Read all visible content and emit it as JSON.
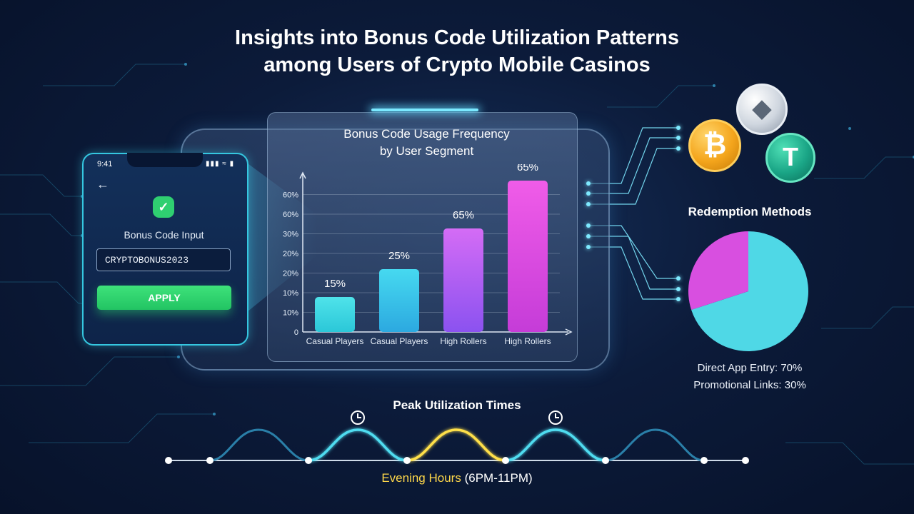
{
  "page": {
    "title_line1": "Insights into Bonus Code Utilization Patterns",
    "title_line2": "among Users of Crypto Mobile Casinos"
  },
  "phone": {
    "time": "9:41",
    "label": "Bonus Code Input",
    "input_value": "CRYPTOBONUS2023",
    "apply_label": "APPLY",
    "icons": [
      "back-arrow-icon",
      "checkmark-icon",
      "signal-icon",
      "wifi-icon",
      "battery-icon"
    ]
  },
  "bar_chart": {
    "title_line1": "Bonus Code Usage Frequency",
    "title_line2": "by User Segment"
  },
  "pie_chart": {
    "title": "Redemption Methods",
    "legend_1": "Direct App Entry: 70%",
    "legend_2": "Promotional Links: 30%"
  },
  "peak": {
    "title": "Peak Utilization Times",
    "highlight": "Evening Hours",
    "range": "(6PM-11PM)"
  },
  "coins": [
    "bitcoin-icon",
    "ethereum-icon",
    "tether-icon"
  ],
  "colors": {
    "background": "#0c1b3a",
    "accent_cyan": "#4fd8e6",
    "magenta": "#d84fe0",
    "apply_green": "#2fd36e",
    "highlight_yellow": "#ffd84a"
  },
  "chart_data": [
    {
      "type": "bar",
      "title": "Bonus Code Usage Frequency by User Segment",
      "categories": [
        "Casual Players",
        "Casual Players",
        "High Rollers",
        "High Rollers"
      ],
      "values": [
        15,
        25,
        65,
        65
      ],
      "data_labels": [
        "15%",
        "25%",
        "65%",
        "65%"
      ],
      "ytick_labels": [
        "0",
        "10%",
        "10%",
        "20%",
        "20%",
        "30%",
        "60%",
        "60%"
      ],
      "bar_colors": [
        [
          "#4fe3ea",
          "#2bc7d8"
        ],
        [
          "#46d9f0",
          "#2ca9e0"
        ],
        [
          "#d46cf5",
          "#8b52f0"
        ],
        [
          "#f05ce8",
          "#c53cd8"
        ]
      ],
      "grid": true
    },
    {
      "type": "pie",
      "title": "Redemption Methods",
      "labels": [
        "Direct App Entry",
        "Promotional Links"
      ],
      "values": [
        70,
        30
      ],
      "colors": [
        "#4fd8e6",
        "#d84fe0"
      ]
    }
  ]
}
